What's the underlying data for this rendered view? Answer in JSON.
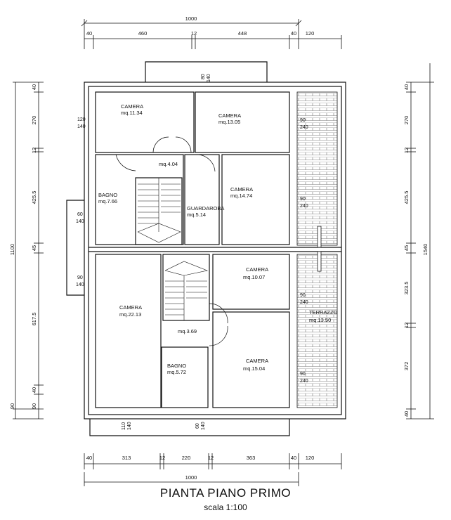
{
  "title": "PIANTA PIANO PRIMO",
  "scale": "scala 1:100",
  "rooms": [
    {
      "id": "camera-1",
      "name": "CAMERA",
      "area": "mq.11.34"
    },
    {
      "id": "camera-2",
      "name": "CAMERA",
      "area": "mq.13.05"
    },
    {
      "id": "disimpegno-1",
      "name": "",
      "area": "mq.4.04"
    },
    {
      "id": "bagno-1",
      "name": "BAGNO",
      "area": "mq.7.66"
    },
    {
      "id": "guardaroba",
      "name": "GUARDAROBA",
      "area": "mq.5.14"
    },
    {
      "id": "camera-3",
      "name": "CAMERA",
      "area": "mq.14.74"
    },
    {
      "id": "camera-4",
      "name": "CAMERA",
      "area": "mq.22.13"
    },
    {
      "id": "camera-5",
      "name": "CAMERA",
      "area": "mq.10.07"
    },
    {
      "id": "disimpegno-2",
      "name": "",
      "area": "mq.3.69"
    },
    {
      "id": "terrazzo",
      "name": "TERRAZZO",
      "area": "mq.13.50"
    },
    {
      "id": "bagno-2",
      "name": "BAGNO",
      "area": "mq.5.72"
    },
    {
      "id": "camera-6",
      "name": "CAMERA",
      "area": "mq.15.04"
    }
  ],
  "dims_top": {
    "total": "1000",
    "segments": [
      "40",
      "460",
      "12",
      "448",
      "40",
      "120"
    ]
  },
  "dims_bottom": {
    "total": "1000",
    "segments": [
      "40",
      "313",
      "12",
      "220",
      "12",
      "363",
      "40",
      "120"
    ]
  },
  "dims_left": {
    "total": "1100",
    "segments": [
      "40",
      "270",
      "12",
      "425.5",
      "45",
      "617.5",
      "40",
      "90",
      "90"
    ]
  },
  "dims_right": {
    "total": "1540",
    "segments": [
      "40",
      "270",
      "12",
      "425.5",
      "45",
      "323.5",
      "12",
      "372",
      "40"
    ]
  },
  "openings": [
    "80",
    "140",
    "120",
    "140",
    "90",
    "240",
    "60",
    "140",
    "90",
    "240",
    "90",
    "140",
    "90",
    "240",
    "90",
    "240",
    "110",
    "140",
    "60",
    "140"
  ]
}
